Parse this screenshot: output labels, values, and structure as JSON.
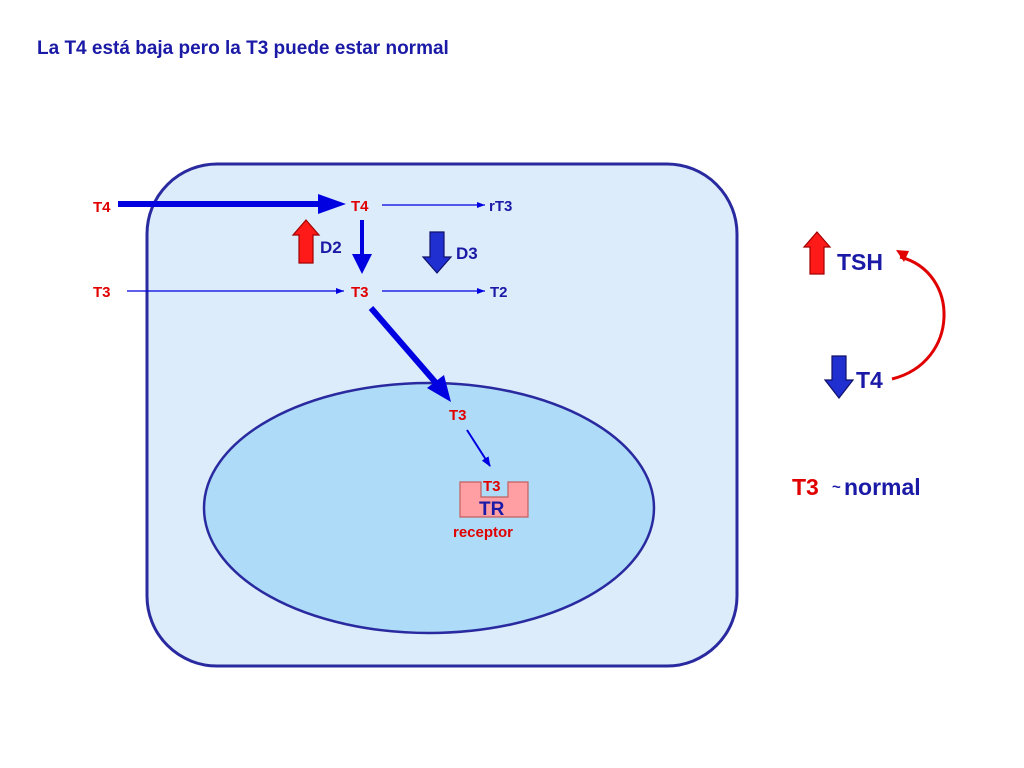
{
  "title": "La T4 está baja pero la T3 puede estar normal",
  "colors": {
    "title_text": "#1a1aa6",
    "blue_text": "#1a1aa6",
    "red_text": "#e00000",
    "cell_fill": "#dcecfa",
    "cell_stroke": "#2a2aa0",
    "nucleus_fill": "#aedcf8",
    "nucleus_stroke": "#2a2aa0",
    "arrow_blue": "#0000e0",
    "up_red": "#ff1a1a",
    "down_blue": "#1f2fd0",
    "receptor_fill": "#ff9ea3",
    "receptor_stroke": "#c0605f"
  },
  "cell": {
    "outer_t4": "T4",
    "outer_t3": "T3",
    "inner_t4": "T4",
    "inner_t3": "T3",
    "rt3": "rT3",
    "t2": "T2",
    "d2": "D2",
    "d3": "D3",
    "nucleus_t3": "T3",
    "receptor_t3": "T3",
    "receptor_tr": "TR",
    "receptor_label": "receptor"
  },
  "feedback": {
    "tsh": "TSH",
    "t4": "T4",
    "t3": "T3",
    "t3_status_tilde": "~",
    "t3_status": "normal"
  }
}
